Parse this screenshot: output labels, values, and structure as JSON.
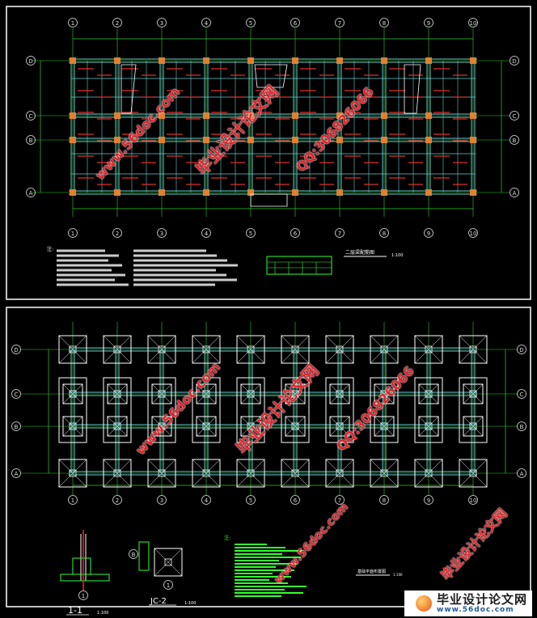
{
  "drawing": {
    "axes_columns": [
      "1",
      "2",
      "3",
      "4",
      "5",
      "6",
      "7",
      "8",
      "9",
      "10"
    ],
    "axes_rows": [
      "D",
      "C",
      "B",
      "A"
    ],
    "top_plan": {
      "title": "二层梁配筋图",
      "scale": "1:100",
      "notes_heading": "注:"
    },
    "foundation_plan": {
      "title": "基础平面布置图",
      "scale": "1:100",
      "notes_heading": "注:"
    },
    "section_1": {
      "title": "1-1",
      "scale": "1:100"
    },
    "section_2": {
      "title": "JC-2",
      "scale": "1:100"
    }
  },
  "watermark": {
    "site": "www.56doc.com",
    "qq": "QQ:306826066",
    "name": "毕业设计论文网"
  },
  "logo": {
    "name": "毕业设计论文网",
    "url": "www.56doc.com"
  },
  "colors": {
    "frame": "#ffffff",
    "axis": "#33cc33",
    "beam": "#66cccc",
    "rebar": "#e03030",
    "column": "#e08030",
    "text": "#33ff33"
  }
}
